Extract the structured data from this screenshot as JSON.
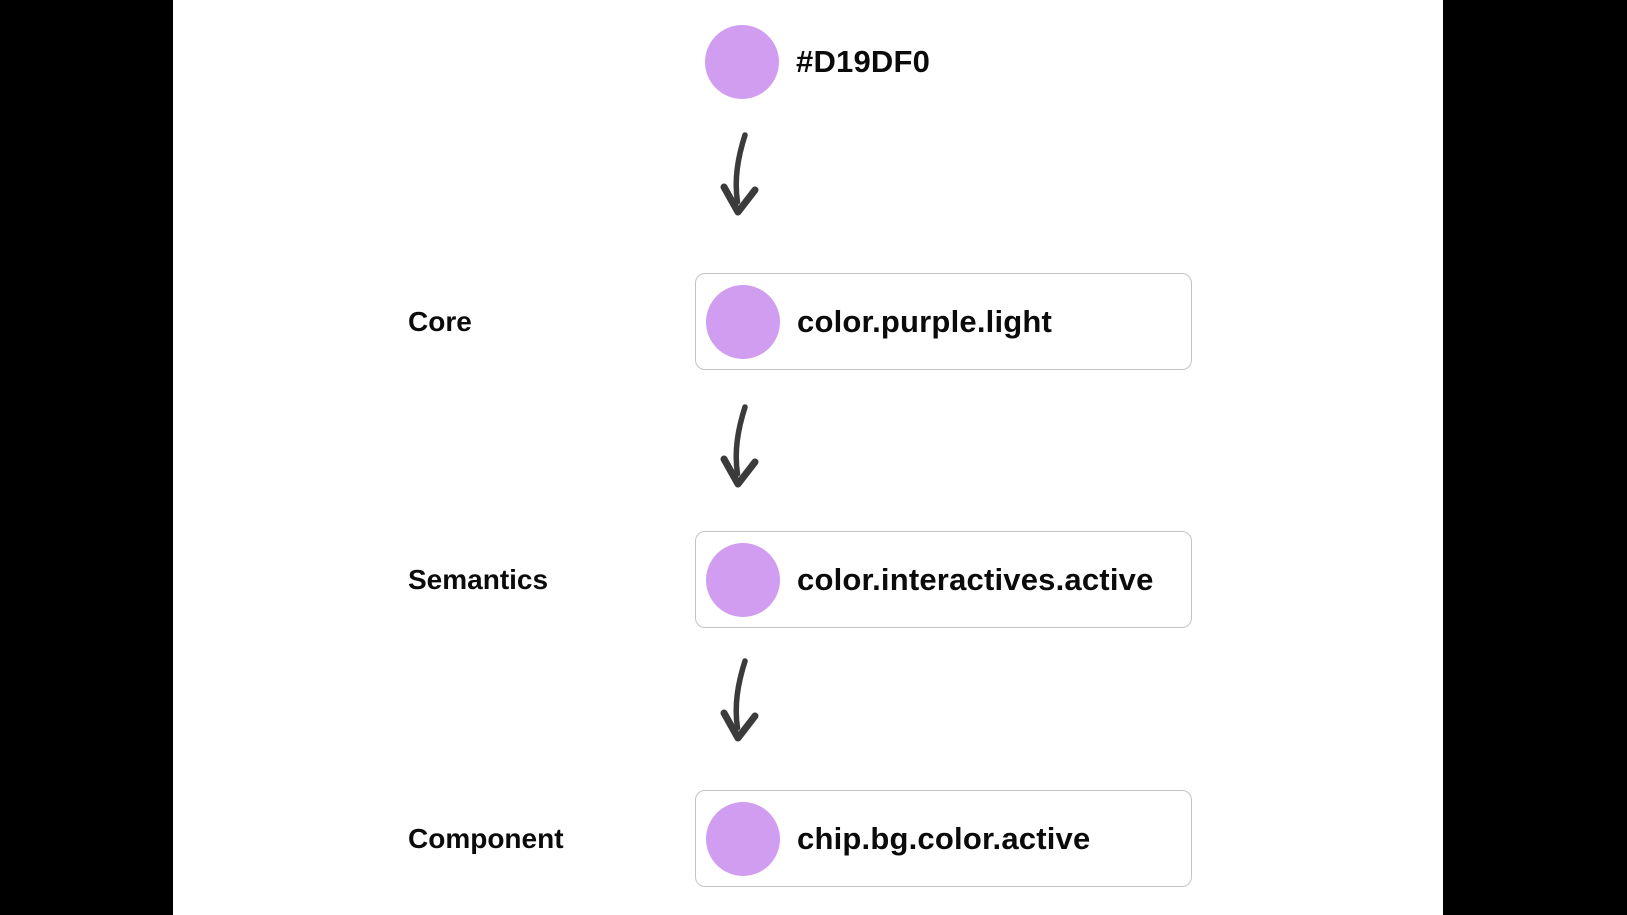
{
  "diagram": {
    "source_swatch": {
      "hex": "#D19DF0",
      "color": "#D19DF0"
    },
    "levels": [
      {
        "label": "Core",
        "token": "color.purple.light",
        "color": "#D19DF0"
      },
      {
        "label": "Semantics",
        "token": "color.interactives.active",
        "color": "#D19DF0"
      },
      {
        "label": "Component",
        "token": "chip.bg.color.active",
        "color": "#D19DF0"
      }
    ]
  },
  "colors": {
    "letterbox": "#000000",
    "canvas": "#ffffff",
    "text": "#0b0b0b",
    "arrow": "#3b3b3b",
    "box_border": "#c4c4c4"
  }
}
